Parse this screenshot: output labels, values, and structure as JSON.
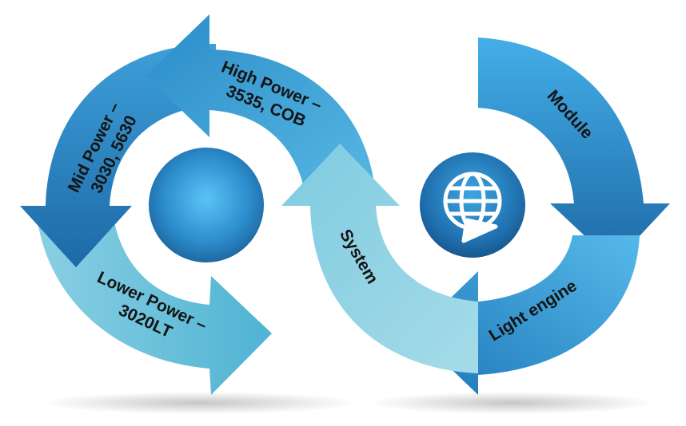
{
  "left_cycle": {
    "high_power": [
      "High Power –",
      "3535, COB"
    ],
    "mid_power": [
      "Mid Power –",
      "3030, 5630"
    ],
    "lower_power": [
      "Lower Power –",
      "3020LT"
    ]
  },
  "right_cycle": {
    "system": "System",
    "module": "Module",
    "light_engine": "Light engine"
  },
  "icons": {
    "left_hub": "blank-circle-icon",
    "right_hub": "globe-arrow-icon"
  },
  "colors": {
    "dark_blue": "#1f72b3",
    "mid_blue": "#2e95cf",
    "light_blue": "#4fb0df",
    "pale_cyan": "#7cc7d9",
    "hub_light": "#4db5ee",
    "hub_dark": "#1a5d95"
  }
}
